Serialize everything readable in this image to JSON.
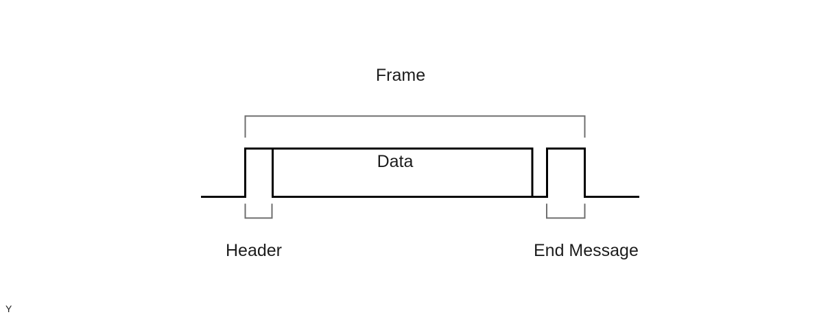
{
  "diagram": {
    "frame_label": "Frame",
    "data_label": "Data",
    "header_label": "Header",
    "end_message_label": "End Message",
    "stray_char": "Y",
    "colors": {
      "signal": "#000000",
      "bracket": "#6e6e6e",
      "text": "#1c1c1c",
      "background": "#ffffff"
    }
  }
}
